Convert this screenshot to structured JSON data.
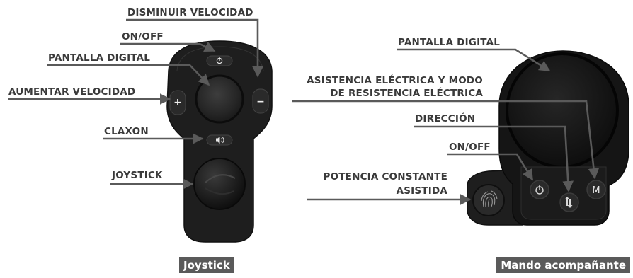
{
  "joystick": {
    "labels": {
      "disminuir": "DISMINUIR VELOCIDAD",
      "onoff": "ON/OFF",
      "pantalla": "PANTALLA DIGITAL",
      "aumentar": "AUMENTAR VELOCIDAD",
      "claxon": "CLAXON",
      "joystick": "JOYSTICK"
    },
    "buttons": {
      "plus": "+",
      "minus": "−"
    },
    "caption": "Joystick"
  },
  "mando": {
    "labels": {
      "pantalla": "PANTALLA DIGITAL",
      "asistencia_1": "ASISTENCIA ELÉCTRICA Y MODO",
      "asistencia_2": "DE RESISTENCIA ELÉCTRICA",
      "direccion": "DIRECCIÓN",
      "onoff": "ON/OFF",
      "potencia_1": "POTENCIA CONSTANTE",
      "potencia_2": "ASISTIDA"
    },
    "buttons": {
      "mode": "M"
    },
    "caption": "Mando acompañante"
  },
  "colors": {
    "line": "#5a5a5a",
    "text": "#3a3a3a",
    "device": "#1b1b1b",
    "caption_bg": "#5a5a5a"
  }
}
